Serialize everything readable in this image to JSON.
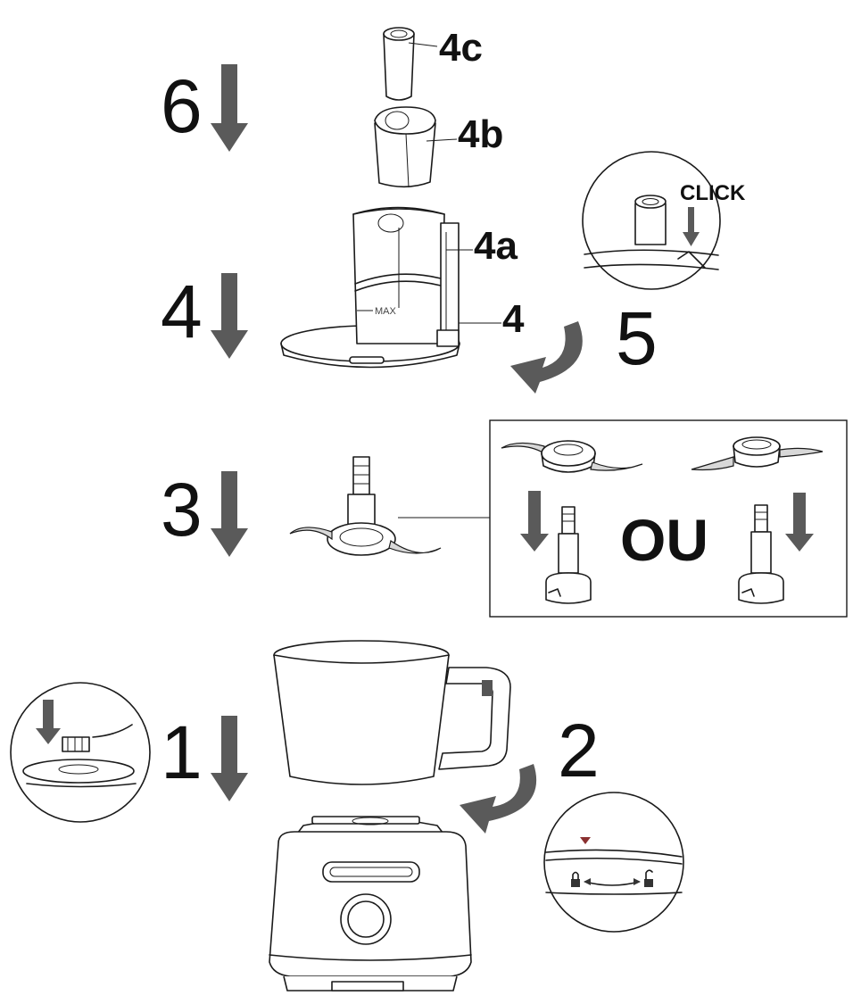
{
  "steps": {
    "s1": "1",
    "s2": "2",
    "s3": "3",
    "s4": "4",
    "s5": "5",
    "s6": "6"
  },
  "parts": {
    "p4": "4",
    "p4a": "4a",
    "p4b": "4b",
    "p4c": "4c"
  },
  "callouts": {
    "click": "CLICK",
    "or": "OU",
    "max": "MAX"
  },
  "colors": {
    "arrow": "#5a5a5a",
    "line": "#1a1a1a"
  }
}
